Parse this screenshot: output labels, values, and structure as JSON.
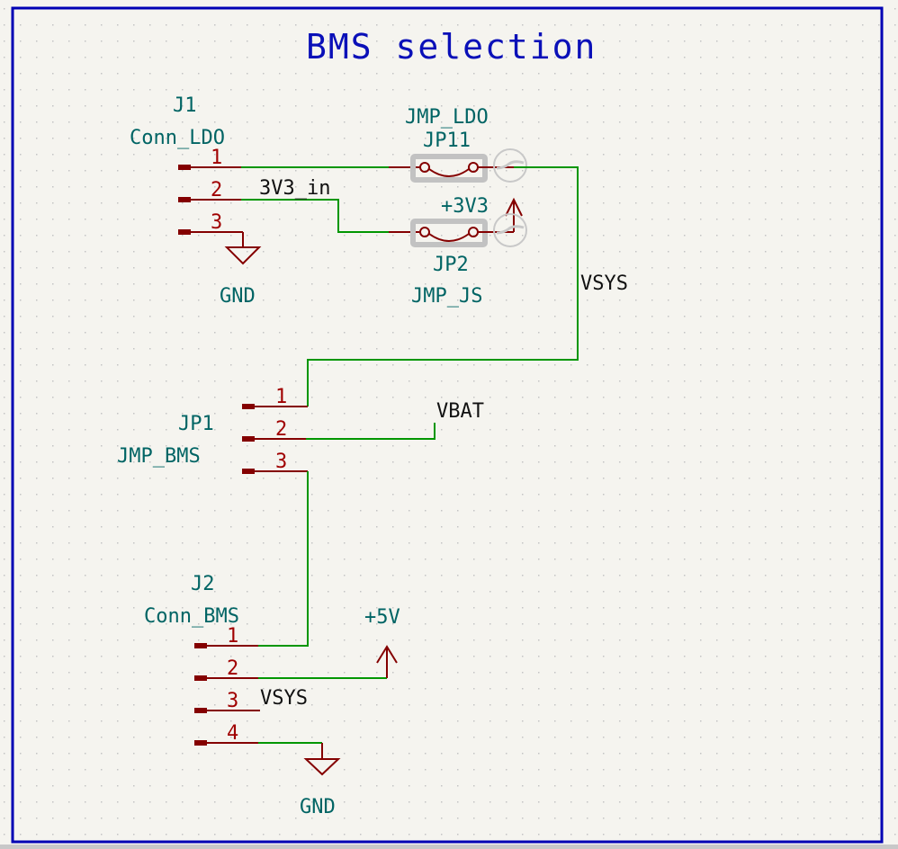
{
  "sheet": {
    "title": "BMS selection",
    "colors": {
      "background": "#f5f4ef",
      "border": "#0000b4",
      "title": "#0a10b8",
      "reference": "#006464",
      "pin": "#840000",
      "pin_number": "#a00000",
      "wire": "#009600",
      "net_label": "#111111",
      "jumper_body": "#c2c2c2",
      "no_connect_circle": "#c8c8c8"
    }
  },
  "components": {
    "j1": {
      "ref": "J1",
      "value": "Conn_LDO",
      "pins": [
        "1",
        "2",
        "3"
      ]
    },
    "jp11": {
      "ref": "JP11",
      "value": "JMP_LDO"
    },
    "jp2": {
      "ref": "JP2",
      "value": "JMP_JS"
    },
    "jp1": {
      "ref": "JP1",
      "value": "JMP_BMS",
      "pins": [
        "1",
        "2",
        "3"
      ]
    },
    "j2": {
      "ref": "J2",
      "value": "Conn_BMS",
      "pins": [
        "1",
        "2",
        "3",
        "4"
      ]
    }
  },
  "power_symbols": {
    "gnd1": "GND",
    "gnd2": "GND",
    "p3v3": "+3V3",
    "p5v": "+5V"
  },
  "net_labels": {
    "net_3v3_in": "3V3_in",
    "net_vsys": "VSYS",
    "net_vbat": "VBAT",
    "net_vsys2": "VSYS"
  }
}
